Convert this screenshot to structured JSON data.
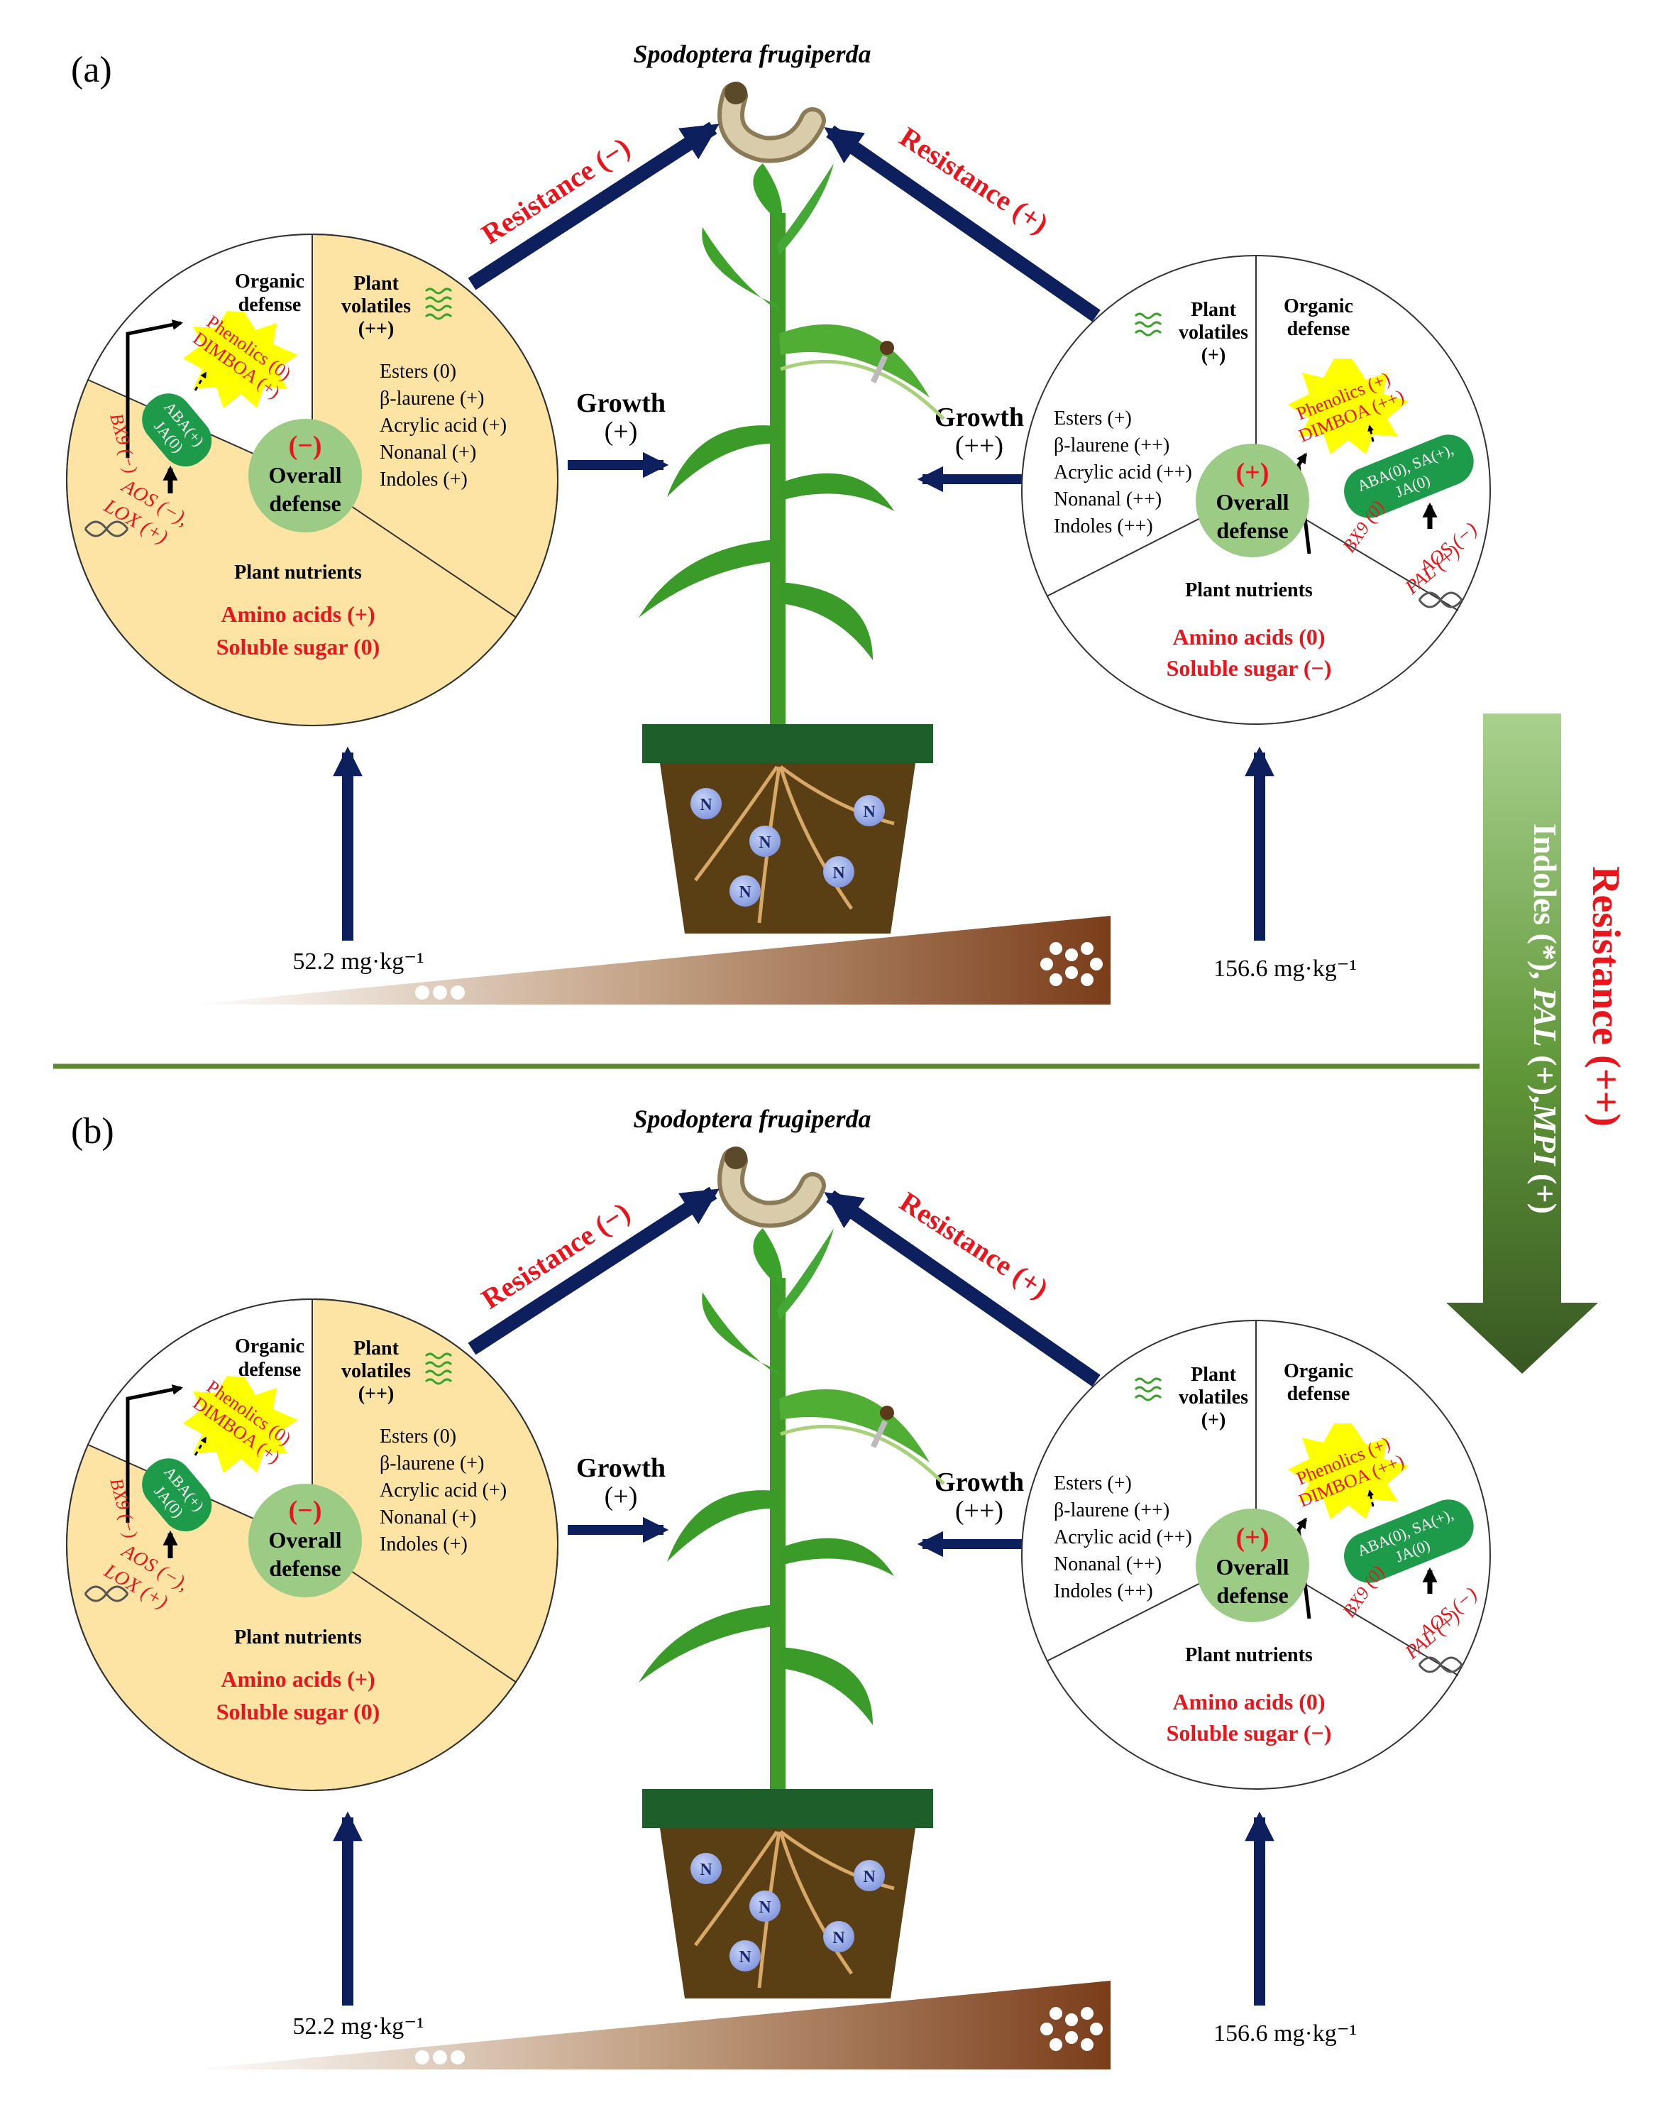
{
  "panels": [
    {
      "label": "(a)",
      "species": "Spodoptera frugiperda",
      "resistance_left": "Resistance (−)",
      "resistance_right": "Resistance (+)",
      "growth_left": {
        "word": "Growth",
        "sign": "(+)"
      },
      "growth_right": {
        "word": "Growth",
        "sign": "(++)"
      },
      "dose_left": "52.2 mg·kg⁻¹",
      "dose_right": "156.6 mg·kg⁻¹",
      "nitrogen": "N",
      "left_pie": {
        "organic_defense": [
          "Organic",
          "defense"
        ],
        "plant_volatiles": [
          "Plant",
          "volatiles",
          "(++)"
        ],
        "volatiles_list": [
          "Esters (0)",
          "β-laurene (+)",
          "Acrylic acid (+)",
          "Nonanal (+)",
          "Indoles (+)"
        ],
        "phenolics": "Phenolics (0)",
        "dimboa": "DIMBOA (+)",
        "hormones": [
          "ABA(+)",
          "JA(0)"
        ],
        "genes": [
          "AOS (−),",
          "LOX (+)"
        ],
        "bx9": "BX9 (−)",
        "overall_sign": "(−)",
        "overall": [
          "Overall",
          "defense"
        ],
        "plant_nutrients": "Plant nutrients",
        "amino_acids": "Amino acids (+)",
        "soluble_sugar": "Soluble sugar (0)"
      },
      "right_pie": {
        "organic_defense": [
          "Organic",
          "defense"
        ],
        "plant_volatiles": [
          "Plant",
          "volatiles",
          "(+)"
        ],
        "volatiles_list": [
          "Esters (+)",
          "β-laurene (++)",
          "Acrylic acid (++)",
          "Nonanal (++)",
          "Indoles (++)"
        ],
        "phenolics": "Phenolics (+)",
        "dimboa": "DIMBOA (++)",
        "hormones": [
          "ABA(0), SA(+),",
          "JA(0)"
        ],
        "genes": [
          "AOS (−)",
          "PAL (+)"
        ],
        "bx9": "BX9 (0)",
        "overall_sign": "(+)",
        "overall": [
          "Overall",
          "defense"
        ],
        "plant_nutrients": "Plant nutrients",
        "amino_acids": "Amino acids (0)",
        "soluble_sugar": "Soluble sugar (−)"
      }
    },
    {
      "label": "(b)",
      "species": "Spodoptera frugiperda",
      "resistance_left": "Resistance (−)",
      "resistance_right": "Resistance (+)",
      "growth_left": {
        "word": "Growth",
        "sign": "(+)"
      },
      "growth_right": {
        "word": "Growth",
        "sign": "(++)"
      },
      "dose_left": "52.2 mg·kg⁻¹",
      "dose_right": "156.6 mg·kg⁻¹",
      "nitrogen": "N",
      "left_pie": {
        "organic_defense": [
          "Organic",
          "defense"
        ],
        "plant_volatiles": [
          "Plant",
          "volatiles",
          "(++)"
        ],
        "volatiles_list": [
          "Esters (0)",
          "β-laurene (+)",
          "Acrylic acid (+)",
          "Nonanal (+)",
          "Indoles (+)"
        ],
        "phenolics": "Phenolics (0)",
        "dimboa": "DIMBOA (+)",
        "hormones": [
          "ABA(+)",
          "JA(0)"
        ],
        "genes": [
          "AOS (−),",
          "LOX (+)"
        ],
        "bx9": "BX9 (−)",
        "overall_sign": "(−)",
        "overall": [
          "Overall",
          "defense"
        ],
        "plant_nutrients": "Plant nutrients",
        "amino_acids": "Amino acids (+)",
        "soluble_sugar": "Soluble sugar (0)"
      },
      "right_pie": {
        "organic_defense": [
          "Organic",
          "defense"
        ],
        "plant_volatiles": [
          "Plant",
          "volatiles",
          "(+)"
        ],
        "volatiles_list": [
          "Esters (+)",
          "β-laurene (++)",
          "Acrylic acid (++)",
          "Nonanal (++)",
          "Indoles (++)"
        ],
        "phenolics": "Phenolics (+)",
        "dimboa": "DIMBOA (++)",
        "hormones": [
          "ABA(0), SA(+),",
          "JA(0)"
        ],
        "genes": [
          "AOS (−)",
          "PAL (+)"
        ],
        "bx9": "BX9 (0)",
        "overall_sign": "(+)",
        "overall": [
          "Overall",
          "defense"
        ],
        "plant_nutrients": "Plant nutrients",
        "amino_acids": "Amino acids (0)",
        "soluble_sugar": "Soluble sugar (−)"
      }
    }
  ],
  "side_arrow": {
    "text_plain_1": "Indoles (*), ",
    "text_ital_1": "PAL",
    "text_plain_2": " (+),",
    "text_ital_2": "MPI",
    "text_plain_3": " (+)"
  },
  "side_resistance": "Resistance (++)",
  "colors": {
    "navy": "#0d1f5c",
    "red": "#e8161c",
    "pie_fill": "#fde4a4",
    "hormone_green": "#1e9b4a",
    "burst_yellow": "#ffff00",
    "overall_green": "#9ccb86",
    "pot_green": "#1e5e2a",
    "soil": "#5b3f14",
    "nitrogen_blue": "#93a7e6",
    "divider": "#5c8a2e"
  },
  "icons": [
    "caterpillar-icon",
    "dna-icon",
    "volatile-waves-icon",
    "dropper-icon",
    "nitrogen-icon",
    "fertilizer-granules-icon"
  ]
}
